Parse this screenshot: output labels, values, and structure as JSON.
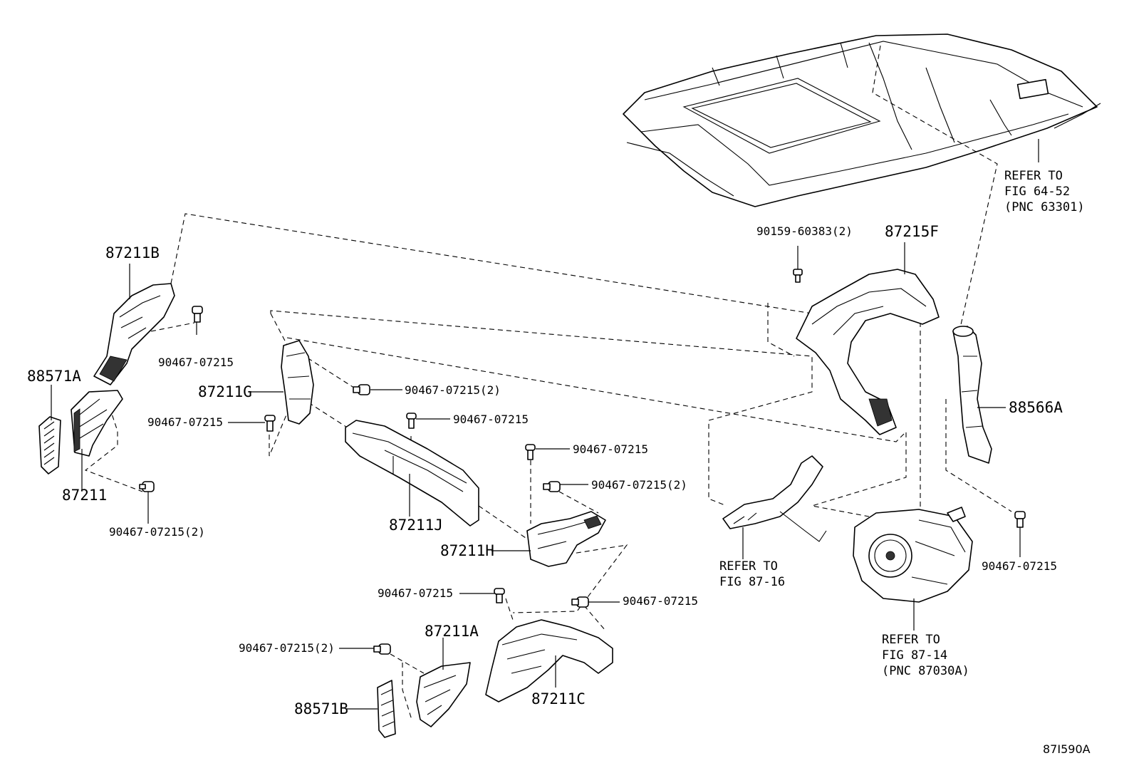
{
  "parts": {
    "p87211B": "87211B",
    "p88571A": "88571A",
    "p87211": "87211",
    "p87211G": "87211G",
    "p87211J": "87211J",
    "p87211H": "87211H",
    "p87211A": "87211A",
    "p88571B": "88571B",
    "p87211C": "87211C",
    "p87215F": "87215F",
    "p88566A": "88566A"
  },
  "clips": {
    "c1": "90467-07215",
    "c2": "90467-07215(2)",
    "c3": "90467-07215",
    "c4": "90467-07215(2)",
    "c5": "90467-07215",
    "c6": "90467-07215",
    "c7": "90467-07215(2)",
    "c8": "90467-07215",
    "c9": "90467-07215",
    "c10": "90467-07215(2)",
    "c11": "90467-07215",
    "c12": "90159-60383(2)"
  },
  "refs": {
    "r1": {
      "line1": "REFER TO",
      "line2": "FIG 64-52",
      "line3": "(PNC 63301)"
    },
    "r2": {
      "line1": "REFER TO",
      "line2": "FIG 87-16"
    },
    "r3": {
      "line1": "REFER TO",
      "line2": "FIG 87-14",
      "line3": "(PNC 87030A)"
    }
  },
  "diagram_code": "87I590A"
}
